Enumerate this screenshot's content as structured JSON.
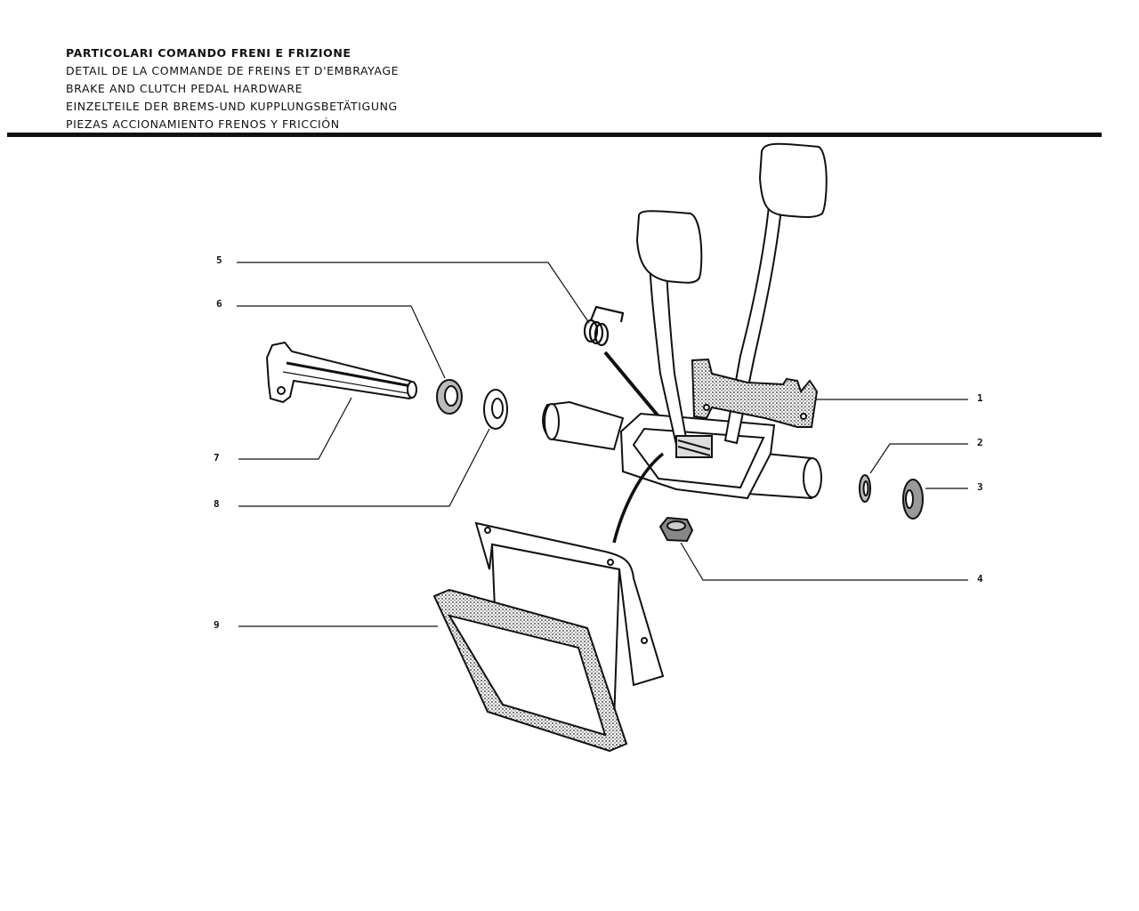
{
  "header": {
    "titles": [
      "PARTICOLARI COMANDO FRENI E FRIZIONE",
      "DETAIL DE LA COMMANDE DE FREINS ET D'EMBRAYAGE",
      "BRAKE AND CLUTCH PEDAL HARDWARE",
      "EINZELTEILE DER BREMS-UND KUPPLUNGSBETÄTIGUNG",
      "PIEZAS ACCIONAMIENTO FRENOS Y FRICCIÓN"
    ]
  },
  "callouts": {
    "c1": "1",
    "c2": "2",
    "c3": "3",
    "c4": "4",
    "c5": "5",
    "c6": "6",
    "c7": "7",
    "c8": "8",
    "c9": "9"
  }
}
